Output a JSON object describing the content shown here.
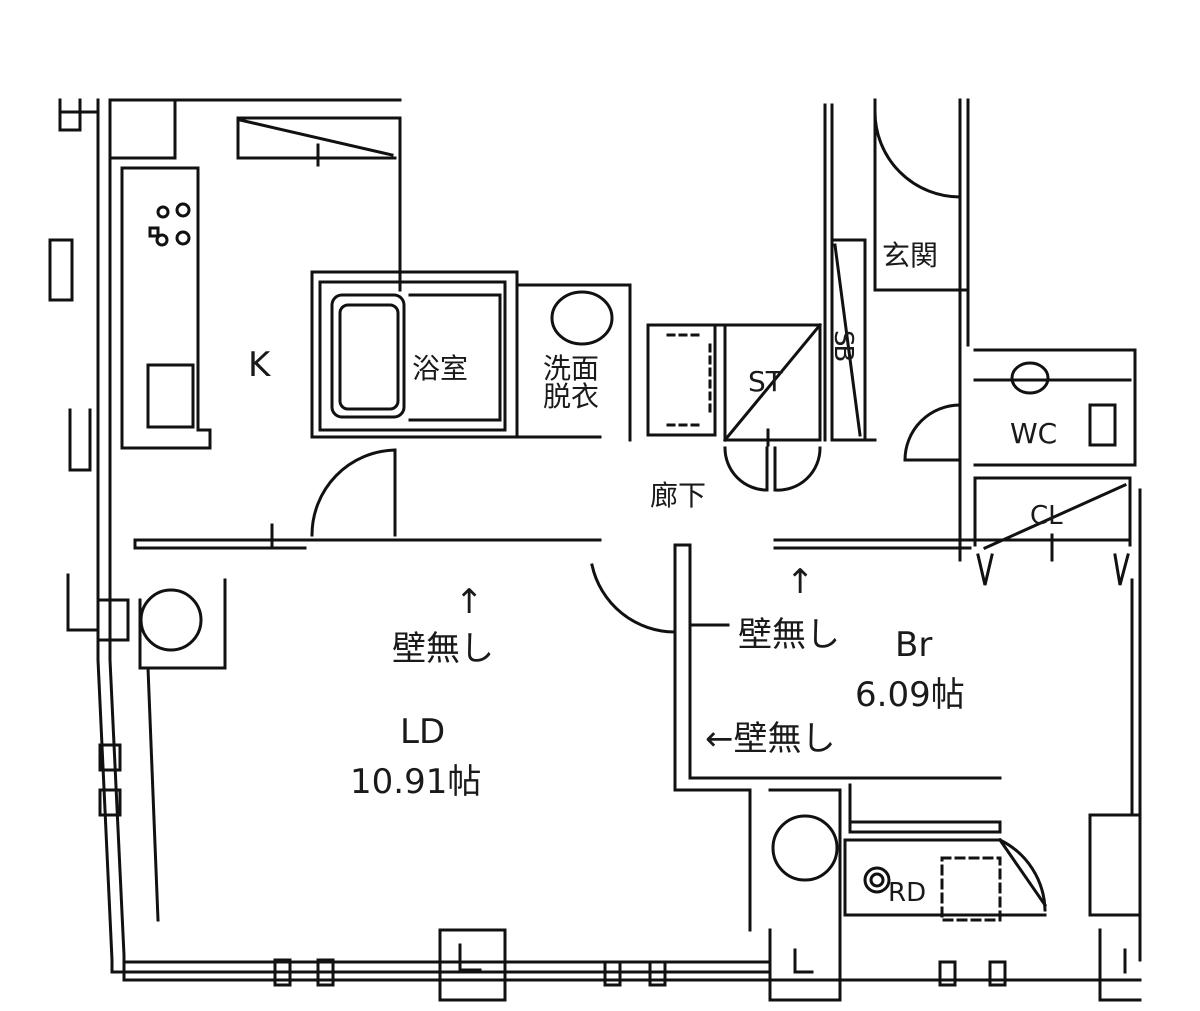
{
  "rooms": {
    "kitchen": "K",
    "bath": "浴室",
    "washroom_line1": "洗面",
    "washroom_line2": "脱衣",
    "storage": "ST",
    "shoebox": "SB",
    "entrance": "玄関",
    "toilet": "WC",
    "hallway": "廊下",
    "closet": "CL",
    "living_dining": "LD",
    "living_dining_size": "10.91帖",
    "bedroom": "Br",
    "bedroom_size": "6.09帖",
    "roof_drain": "RD"
  },
  "notes": {
    "no_wall": "壁無し",
    "up_arrow": "↑",
    "left_arrow_no_wall": "←壁無し"
  }
}
